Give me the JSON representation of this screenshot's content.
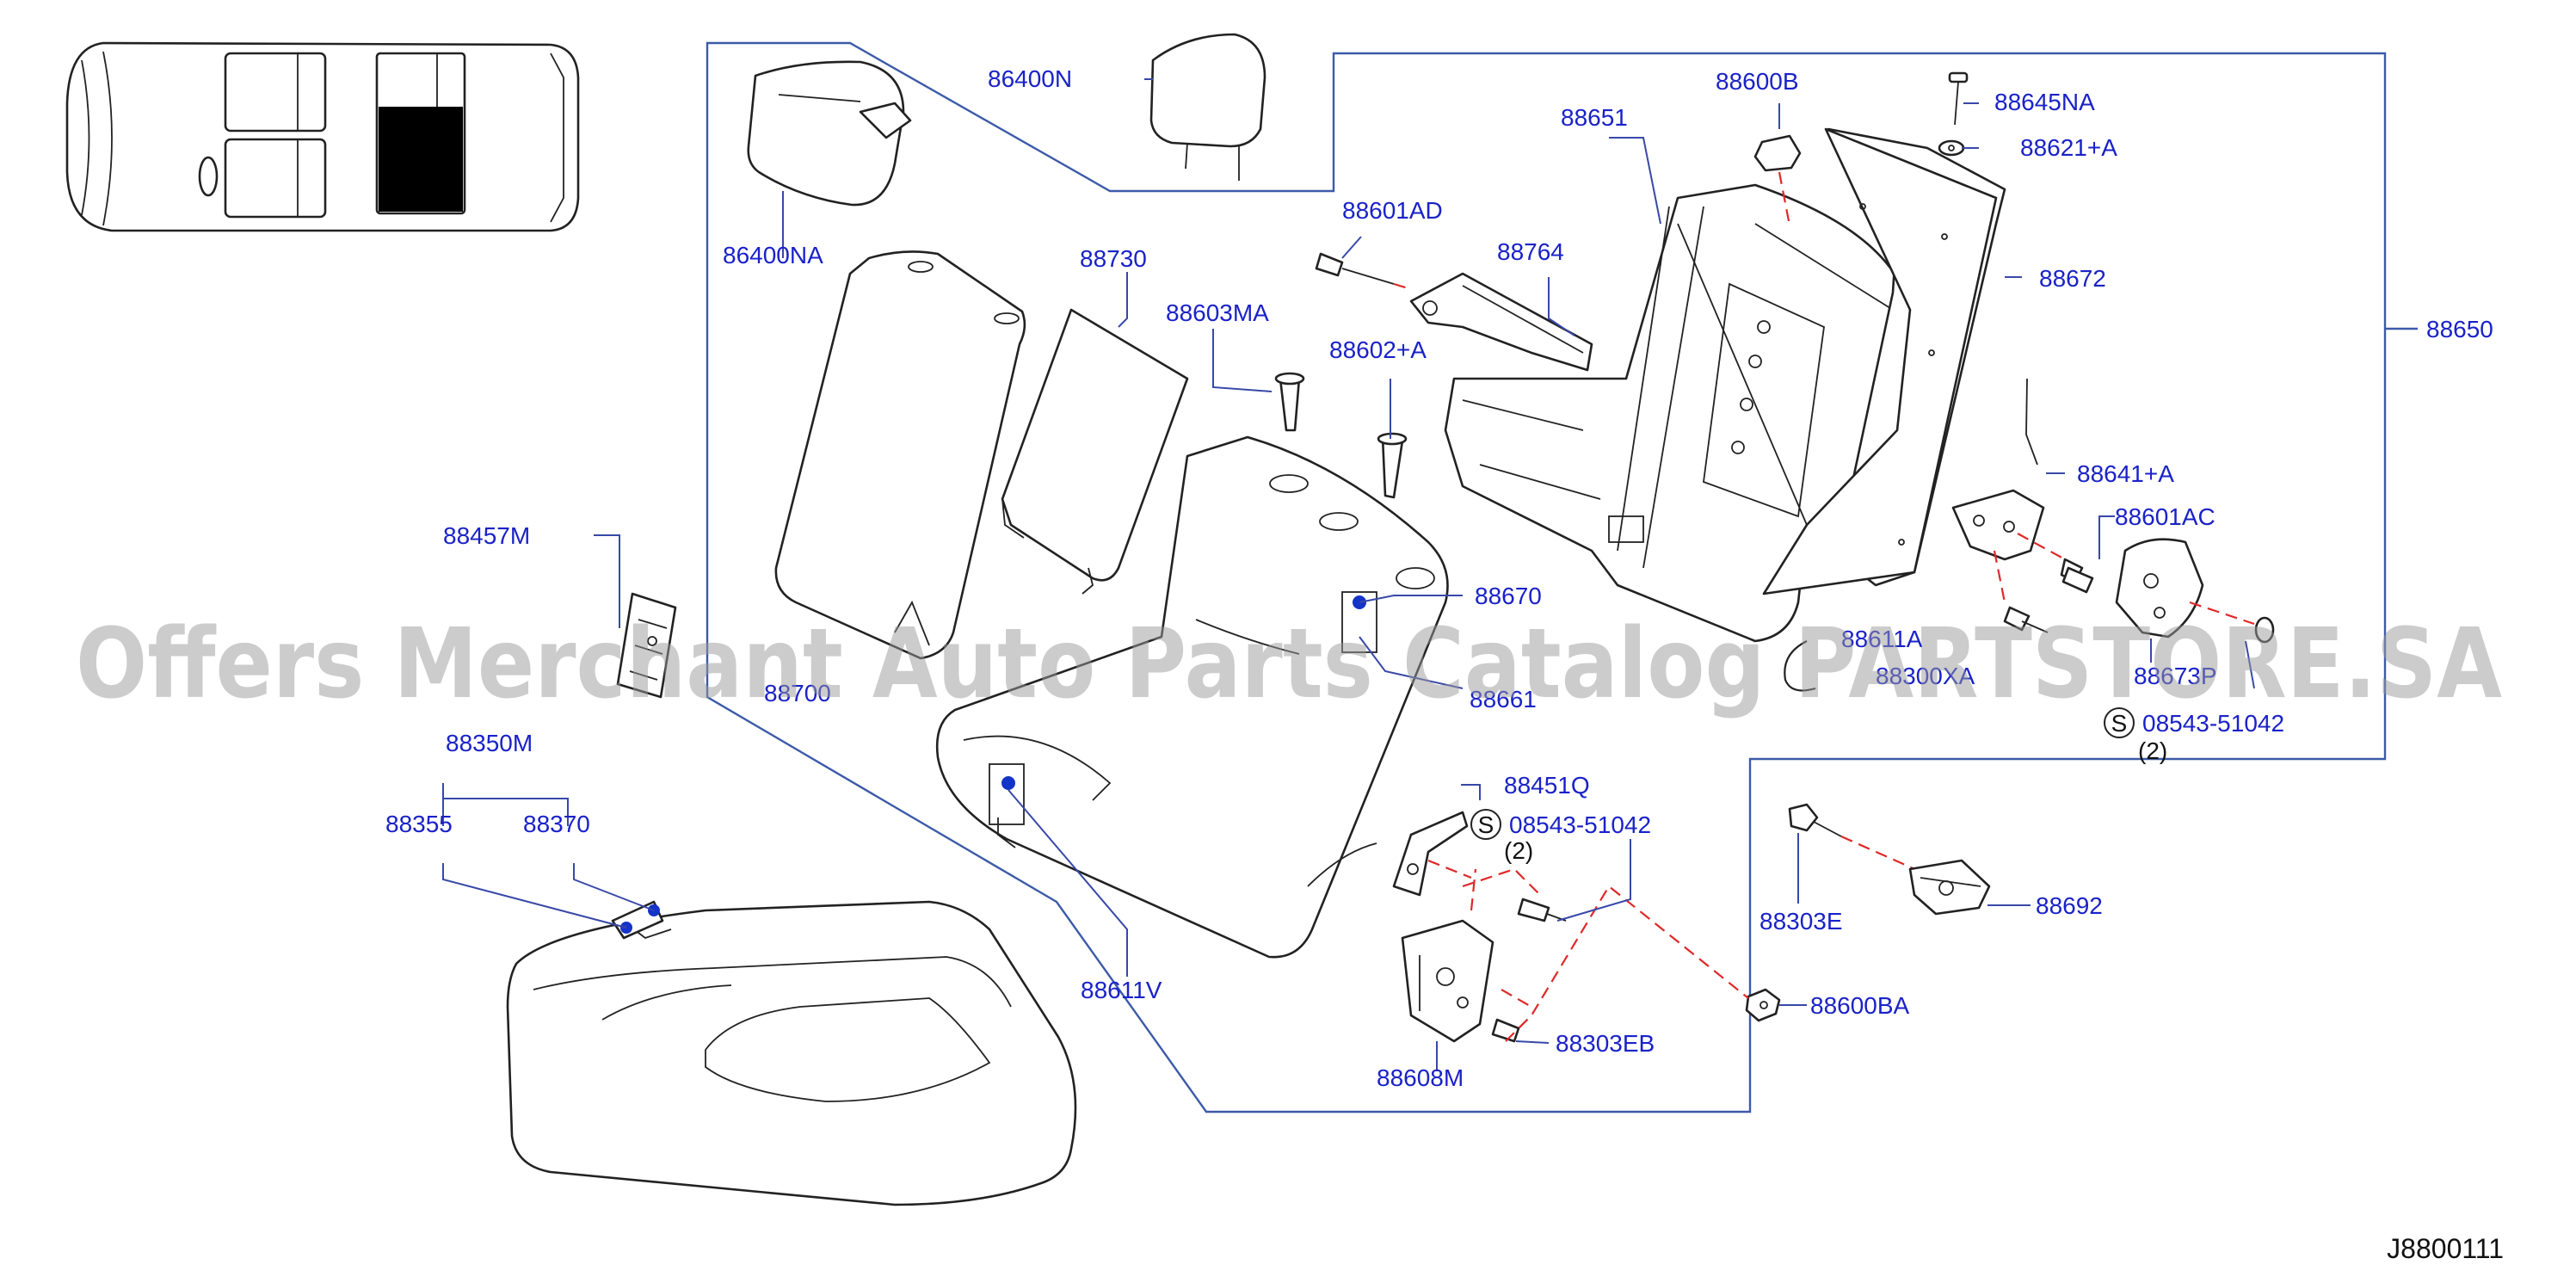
{
  "diagram": {
    "diagram_code": "J8800111",
    "watermark": "Offers Merchant Auto Parts Catalog PARTSTORE.SA",
    "screw_note_symbol": "S",
    "callouts": [
      {
        "id": "86400N",
        "text": "86400N"
      },
      {
        "id": "86400NA",
        "text": "86400NA"
      },
      {
        "id": "88730",
        "text": "88730"
      },
      {
        "id": "88700",
        "text": "88700"
      },
      {
        "id": "88457M",
        "text": "88457M"
      },
      {
        "id": "88350M",
        "text": "88350M"
      },
      {
        "id": "88355",
        "text": "88355"
      },
      {
        "id": "88370",
        "text": "88370"
      },
      {
        "id": "88603MA",
        "text": "88603MA"
      },
      {
        "id": "88601AD",
        "text": "88601AD"
      },
      {
        "id": "88764",
        "text": "88764"
      },
      {
        "id": "88602A",
        "text": "88602+A"
      },
      {
        "id": "88651",
        "text": "88651"
      },
      {
        "id": "88600B",
        "text": "88600B"
      },
      {
        "id": "88645NA",
        "text": "88645NA"
      },
      {
        "id": "88621A",
        "text": "88621+A"
      },
      {
        "id": "88672",
        "text": "88672"
      },
      {
        "id": "88650",
        "text": "88650"
      },
      {
        "id": "88641A",
        "text": "88641+A"
      },
      {
        "id": "88601AC",
        "text": "88601AC"
      },
      {
        "id": "88670",
        "text": "88670"
      },
      {
        "id": "88661",
        "text": "88661"
      },
      {
        "id": "88611A",
        "text": "88611A"
      },
      {
        "id": "88300XA",
        "text": "88300XA"
      },
      {
        "id": "88673P",
        "text": "88673P"
      },
      {
        "id": "08543-51042-right",
        "text": "08543-51042",
        "qty": "(2)"
      },
      {
        "id": "88451Q",
        "text": "88451Q"
      },
      {
        "id": "08543-51042-mid",
        "text": "08543-51042",
        "qty": "(2)"
      },
      {
        "id": "88303E",
        "text": "88303E"
      },
      {
        "id": "88692",
        "text": "88692"
      },
      {
        "id": "88600BA",
        "text": "88600BA"
      },
      {
        "id": "88303EB",
        "text": "88303EB"
      },
      {
        "id": "88608M",
        "text": "88608M"
      },
      {
        "id": "88611V",
        "text": "88611V"
      }
    ]
  }
}
